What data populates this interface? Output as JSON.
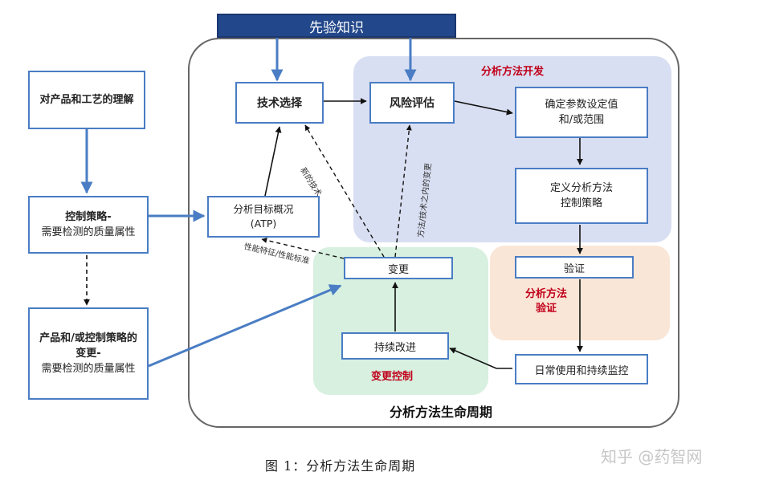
{
  "header_bar": "先验知识",
  "left": {
    "understanding": "对产品和工艺的理解",
    "control_strategy_title": "控制策略-",
    "control_strategy_sub": "需要检测的质量属性",
    "change_title": "产品和/或控制策略的变更-",
    "change_sub": "需要检测的质量属性"
  },
  "nodes": {
    "atp_line1": "分析目标概况",
    "atp_line2": "(ATP)",
    "tech_selection": "技术选择",
    "risk_assessment": "风险评估",
    "determine_params_line1": "确定参数设定值",
    "determine_params_line2": "和/或范围",
    "define_strategy_line1": "定义分析方法",
    "define_strategy_line2": "控制策略",
    "validation": "验证",
    "routine_use": "日常使用和持续监控",
    "change": "变更",
    "continuous_improvement": "持续改进"
  },
  "regions": {
    "development": "分析方法开发",
    "validation_line1": "分析方法",
    "validation_line2": "验证",
    "change_control": "变更控制",
    "lifecycle": "分析方法生命周期"
  },
  "edge_labels": {
    "new_tech": "新的技术",
    "within_tech": "方法/技术之内的变更",
    "performance": "性能特征/性能标准"
  },
  "caption": "图 1：分析方法生命周期",
  "watermark": "知乎 @药智网",
  "colors": {
    "box_border": "#4a7dc4",
    "header_bg": "#22478a",
    "dev_bg": "#d9dff2",
    "val_bg": "#fae6d6",
    "chg_bg": "#d7f0e0",
    "red": "#c0001a"
  }
}
